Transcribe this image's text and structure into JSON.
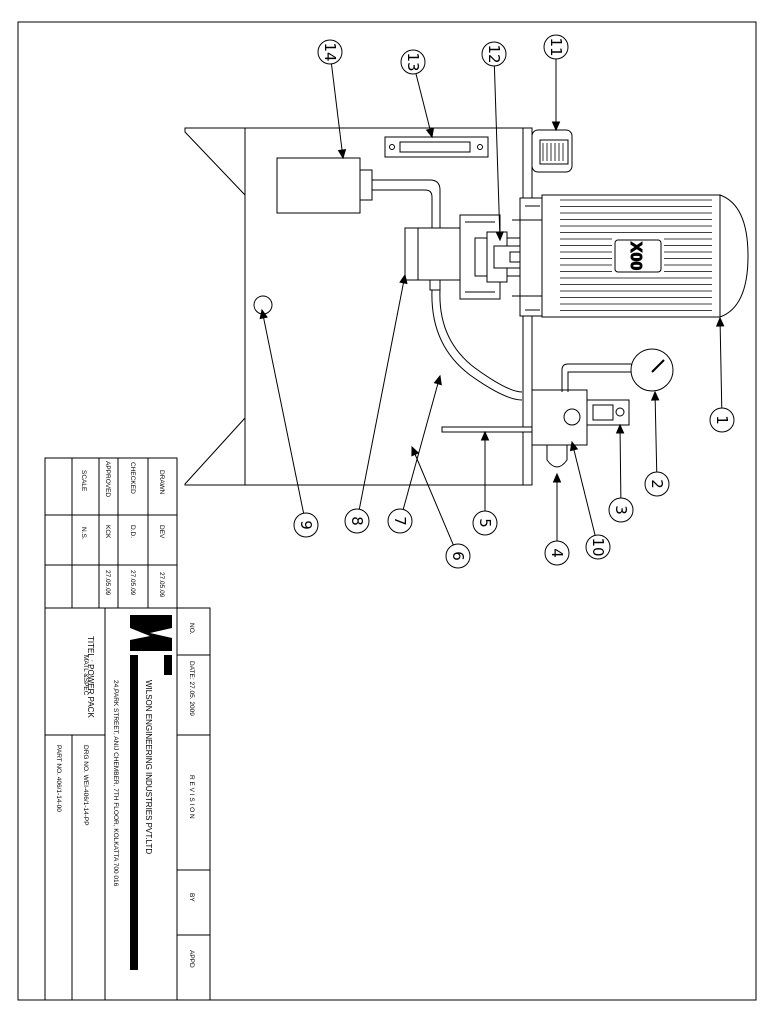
{
  "motor_label": "X00",
  "balloons": [
    "1",
    "2",
    "3",
    "4",
    "5",
    "6",
    "7",
    "8",
    "9",
    "10",
    "11",
    "12",
    "13",
    "14"
  ],
  "title_block": {
    "drawn_label": "DRAWN",
    "drawn_by": "DEV",
    "drawn_date": "27.05.09",
    "checked_label": "CHECKED",
    "checked_by": "D.D.",
    "checked_date": "27.05.09",
    "approved_label": "APPROVED",
    "approved_by": "KCK",
    "approved_date": "27.05.09",
    "scale_label": "SCALE",
    "scale_value": "N.S.",
    "rev_no_label": "NO.",
    "rev_date": "DATE: 27.05. 2009",
    "revision_label": "R E V I S I O N",
    "by_label": "BY",
    "appd_label": "APPD",
    "company_name": "WILSON  ENGINEERING  INDUSTRIES  PVT.LTD",
    "company_address": "24,PARK STREET, ANIJ CHEMBER, 7TH FLOOR, KOLKATTA 700 016",
    "drawing_title": "TITEL : POWER PACK",
    "matl_spec_label": "MATL &SPEC",
    "drg_no": "DRG NO.  WEI-406/1-14-PP",
    "part_no": "PART NO.  406/1-14-00"
  }
}
